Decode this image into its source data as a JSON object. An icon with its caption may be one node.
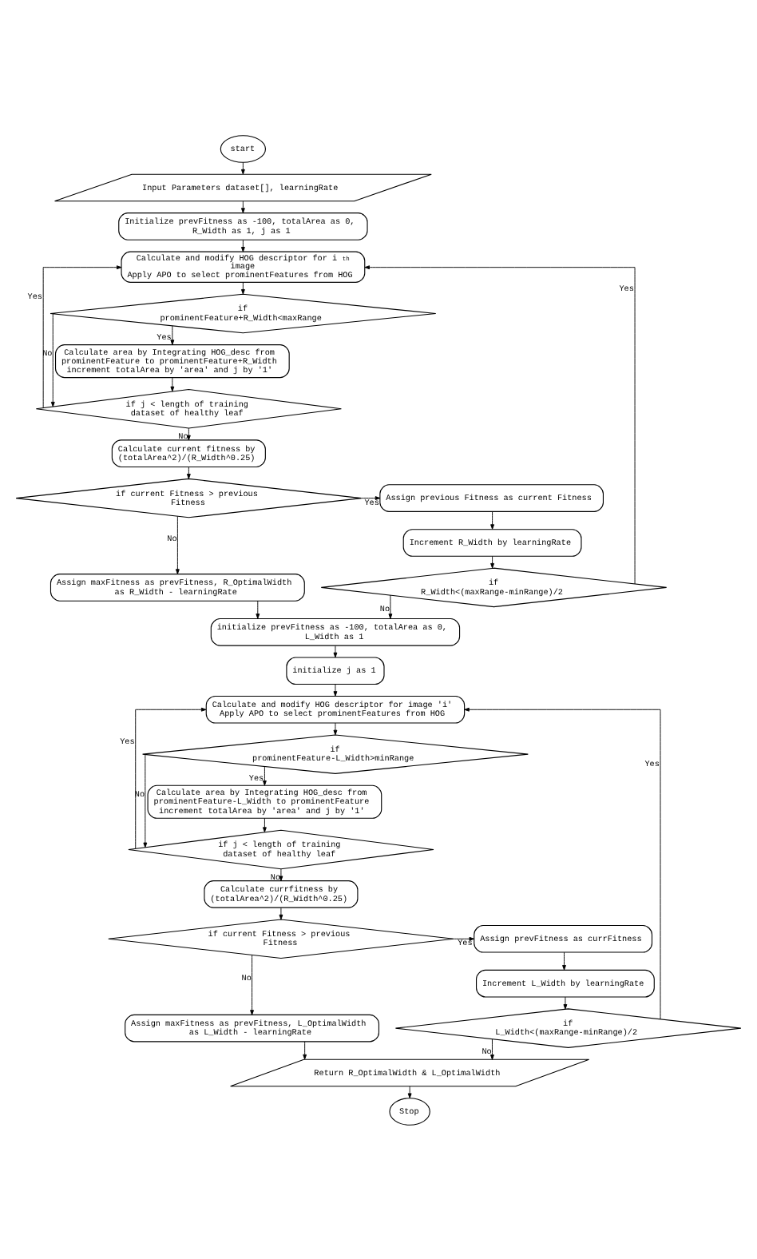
{
  "diagram": {
    "nodes": [
      {
        "text": [
          "start"
        ]
      },
      {
        "text": [
          "Input Parameters dataset[], learningRate"
        ]
      },
      {
        "text": [
          "Initialize prevFitness as -100, totalArea as 0, R_Width as 1, j as 1"
        ]
      },
      {
        "text": [
          "Calculate and modify HOG descriptor for i$^{th}$ image",
          "Apply APO to select prominentFeatures from HOG"
        ]
      },
      {
        "text": [
          "if prominentFeature+R_Width<maxRange"
        ]
      },
      {
        "text": [
          "Calculate area by Integrating HOG_desc from prominentFeature to prominentFeature+R_Width",
          "increment totalArea by 'area' and j by '1'"
        ]
      },
      {
        "text": [
          "if j < length of training dataset of healthy leaf"
        ]
      },
      {
        "text": [
          "Calculate current fitness by (totalArea^2)/(R_Width^0.25)"
        ]
      },
      {
        "text": [
          "if current Fitness > previous Fitness"
        ]
      },
      {
        "text": [
          "Assign previous Fitness as current Fitness"
        ]
      },
      {
        "text": [
          "Assign maxFitness as prevFitness, R_OptimalWidth as R_Width - learningRate"
        ]
      },
      {
        "text": [
          "Increment R_Width by learningRate"
        ]
      },
      {
        "text": [
          "if R_Width<(maxRange-minRange)/2"
        ]
      },
      {
        "text": [
          "initialize prevFitness as -100, totalArea as 0, L_Width as 1"
        ]
      },
      {
        "text": [
          "initialize j as 1"
        ]
      },
      {
        "text": [
          "Calculate and modify HOG descriptor for image 'i'",
          "Apply APO to select prominentFeatures from HOG"
        ]
      },
      {
        "text": [
          "if prominentFeature-L_Width>minRange"
        ]
      },
      {
        "text": [
          "Calculate area by Integrating HOG_desc from prominentFeature-L_Width to prominentFeature",
          "increment totalArea by 'area' and j by '1'"
        ]
      },
      {
        "text": [
          "if j < length of training dataset of healthy leaf"
        ]
      },
      {
        "text": [
          "Calculate currfitness by (totalArea^2)/(R_Width^0.25)"
        ]
      },
      {
        "text": [
          "if current Fitness > previous Fitness"
        ]
      },
      {
        "text": [
          "Assign prevFitness as currFitness"
        ]
      },
      {
        "text": [
          "Assign maxFitness as prevFitness, L_OptimalWidth as L_Width - learningRate"
        ]
      },
      {
        "text": [
          "Increment L_Width by learningRate"
        ]
      },
      {
        "text": [
          "if L_Width<(maxRange-minRange)/2"
        ]
      },
      {
        "text": [
          "Return R_OptimalWidth & L_OptimalWidth"
        ]
      },
      {
        "text": [
          "Stop"
        ]
      }
    ],
    "edges": [
      {
        "from": 0,
        "to": 1,
        "arrow": "to"
      },
      {
        "from": 1,
        "to": 2,
        "arrow": "to"
      },
      {
        "from": 2,
        "to": 3,
        "arrow": "to"
      },
      {
        "from": 3,
        "to": 4,
        "arrow": "to"
      },
      {
        "from": 4,
        "to": 5,
        "label": "Yes",
        "arrow": "to"
      },
      {
        "from": 4,
        "to": 6,
        "label": "No",
        "arrow": "to"
      },
      {
        "from": 5,
        "to": 6,
        "arrow": "to"
      },
      {
        "from": 6,
        "to": 3,
        "label": "Yes",
        "arrow": "to"
      },
      {
        "from": 6,
        "to": 7,
        "label": "No",
        "arrow": "to"
      },
      {
        "from": 7,
        "to": 8,
        "arrow": "to"
      },
      {
        "from": 8,
        "to": 9,
        "label": "Yes",
        "arrow": "to"
      },
      {
        "from": 8,
        "to": 10,
        "label": "No",
        "arrow": "to"
      },
      {
        "from": 9,
        "to": 11,
        "arrow": "to"
      },
      {
        "from": 10,
        "to": 13,
        "arrow": "to"
      },
      {
        "from": 11,
        "to": 12,
        "arrow": "to"
      },
      {
        "from": 12,
        "to": 3,
        "label": "Yes",
        "arrow": "to"
      },
      {
        "from": 12,
        "to": 13,
        "label": "No",
        "arrow": "to"
      },
      {
        "from": 13,
        "to": 14,
        "arrow": "to"
      },
      {
        "from": 14,
        "to": 15,
        "arrow": "to"
      },
      {
        "from": 15,
        "to": 16,
        "arrow": "to"
      },
      {
        "from": 16,
        "to": 17,
        "label": "Yes",
        "arrow": "to"
      },
      {
        "from": 16,
        "to": 18,
        "label": "No",
        "arrow": "to"
      },
      {
        "from": 17,
        "to": 18,
        "arrow": "to"
      },
      {
        "from": 18,
        "to": 15,
        "label": "Yes",
        "arrow": "to"
      },
      {
        "from": 18,
        "to": 19,
        "label": "No",
        "arrow": "to"
      },
      {
        "from": 19,
        "to": 20,
        "arrow": "to"
      },
      {
        "from": 20,
        "to": 21,
        "label": "Yes",
        "arrow": "to"
      },
      {
        "from": 20,
        "to": 22,
        "label": "No",
        "arrow": "to"
      },
      {
        "from": 21,
        "to": 23,
        "arrow": "to"
      },
      {
        "from": 22,
        "to": 25,
        "arrow": "to"
      },
      {
        "from": 23,
        "to": 24,
        "arrow": "to"
      },
      {
        "from": 24,
        "to": 15,
        "label": "Yes",
        "arrow": "to"
      },
      {
        "from": 24,
        "to": 25,
        "label": "No",
        "arrow": "to"
      },
      {
        "from": 25,
        "to": 26,
        "arrow": "to"
      }
    ]
  }
}
